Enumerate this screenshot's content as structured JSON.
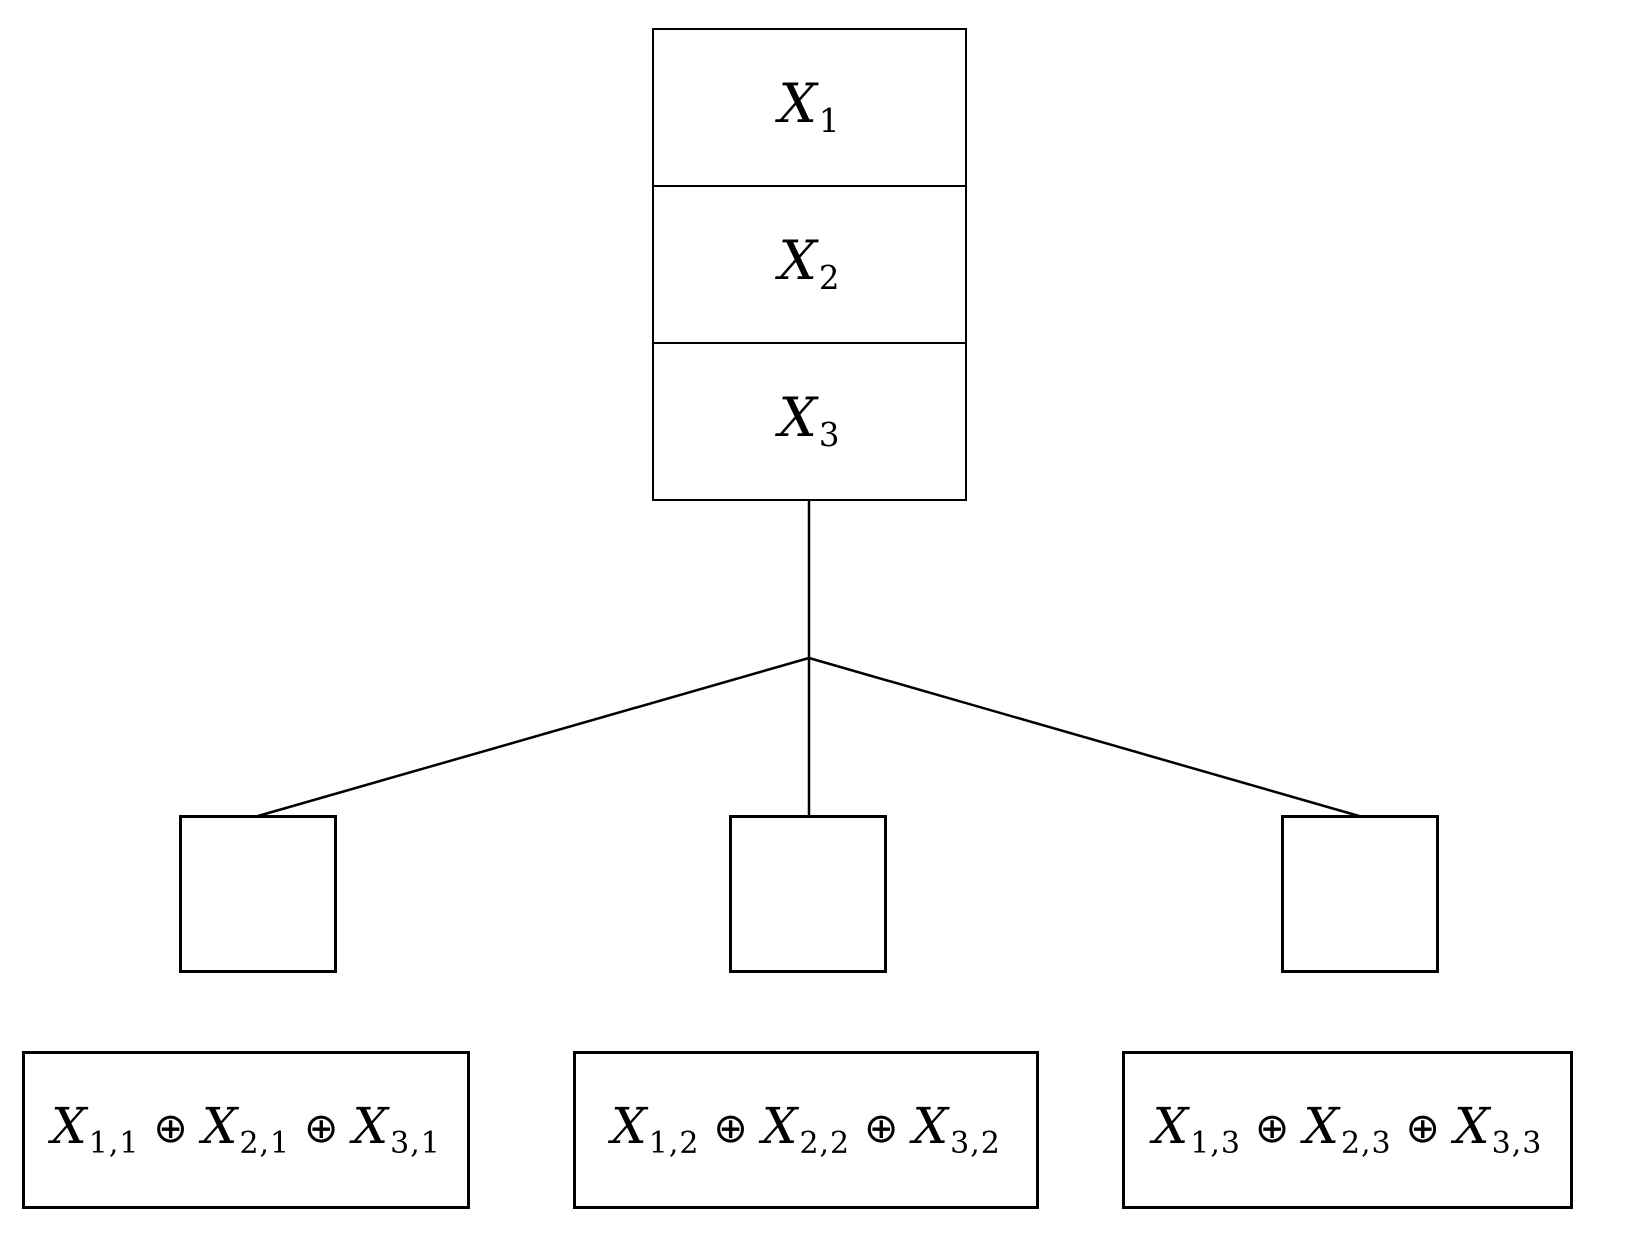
{
  "colors": {
    "background": "#ffffff",
    "stroke": "#000000"
  },
  "xor_operator": "⊕",
  "stack": {
    "cells": [
      {
        "base": "X",
        "sub": "1"
      },
      {
        "base": "X",
        "sub": "2"
      },
      {
        "base": "X",
        "sub": "3"
      }
    ]
  },
  "outputs": [
    {
      "expression": "X_{1,1} ⊕ X_{2,1} ⊕ X_{3,1}",
      "terms": [
        {
          "base": "X",
          "sub": "1,1"
        },
        {
          "base": "X",
          "sub": "2,1"
        },
        {
          "base": "X",
          "sub": "3,1"
        }
      ]
    },
    {
      "expression": "X_{1,2} ⊕ X_{2,2} ⊕ X_{3,2}",
      "terms": [
        {
          "base": "X",
          "sub": "1,2"
        },
        {
          "base": "X",
          "sub": "2,2"
        },
        {
          "base": "X",
          "sub": "3,2"
        }
      ]
    },
    {
      "expression": "X_{1,3} ⊕ X_{2,3} ⊕ X_{3,3}",
      "terms": [
        {
          "base": "X",
          "sub": "1,3"
        },
        {
          "base": "X",
          "sub": "2,3"
        },
        {
          "base": "X",
          "sub": "3,3"
        }
      ]
    }
  ]
}
